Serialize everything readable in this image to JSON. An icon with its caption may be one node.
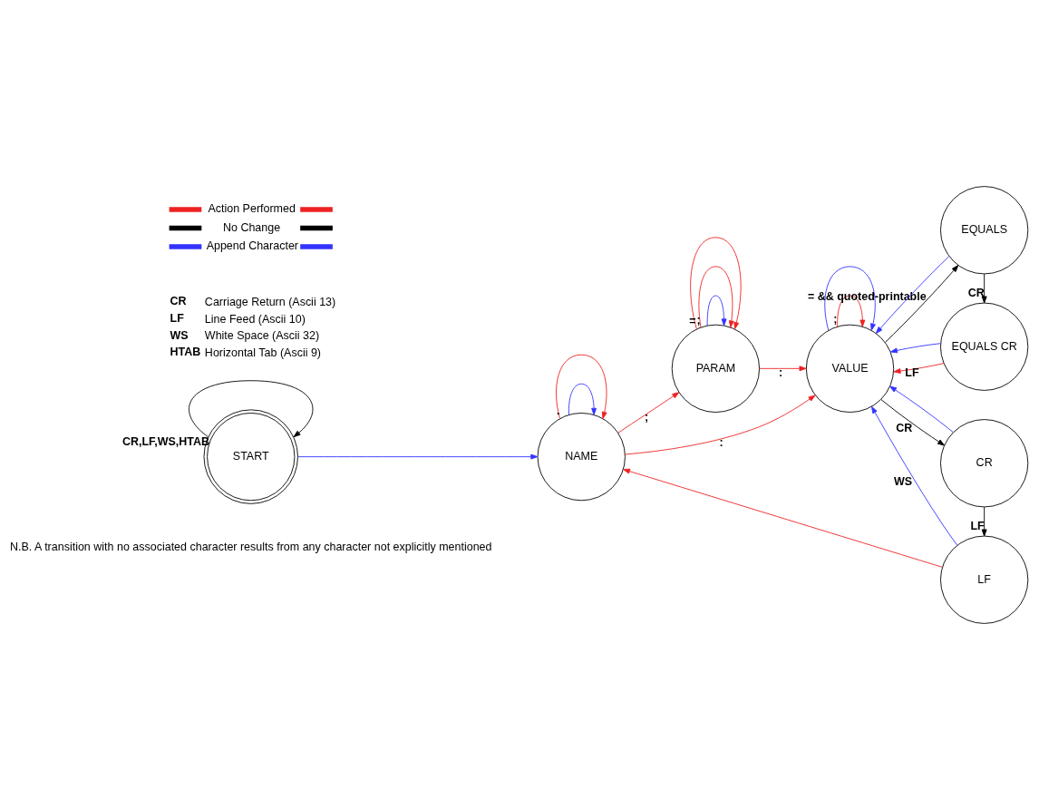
{
  "diagram": {
    "nodes": [
      {
        "text": [
          "START"
        ]
      },
      {
        "text": [
          "NAME"
        ]
      },
      {
        "text": [
          "PARAM"
        ]
      },
      {
        "text": [
          "VALUE"
        ]
      },
      {
        "text": [
          "EQUALS CR"
        ]
      },
      {
        "text": [
          "EQUALS"
        ]
      },
      {
        "text": [
          "LF"
        ]
      },
      {
        "text": [
          "CR"
        ]
      }
    ],
    "edges": [
      {
        "from": 0,
        "to": 0,
        "arrow": "to",
        "label": "CR,LF,WS,HTAB",
        "color": "#000000"
      },
      {
        "from": 0,
        "to": 1,
        "arrow": "to",
        "color": "#3333ff"
      },
      {
        "from": 1,
        "to": 1,
        "arrow": "to",
        "color": "#3333ff"
      },
      {
        "from": 1,
        "to": 1,
        "arrow": "to",
        "label": ".",
        "color": "#ee2222"
      },
      {
        "from": 1,
        "to": 2,
        "arrow": "to",
        "label": ";",
        "color": "#ee2222"
      },
      {
        "from": 2,
        "to": 2,
        "arrow": "to",
        "color": "#3333ff"
      },
      {
        "from": 2,
        "to": 2,
        "arrow": "to",
        "label": ";",
        "color": "#ee2222"
      },
      {
        "from": 2,
        "to": 2,
        "arrow": "to",
        "label": "=",
        "color": "#ee2222"
      },
      {
        "from": 2,
        "to": 3,
        "arrow": "to",
        "label": ":",
        "color": "#ee2222"
      },
      {
        "from": 1,
        "to": 3,
        "arrow": "to",
        "label": ":",
        "color": "#ee2222"
      },
      {
        "from": 3,
        "to": 3,
        "arrow": "to",
        "label": ";",
        "color": "#ee2222"
      },
      {
        "from": 3,
        "to": 3,
        "arrow": "to",
        "color": "#3333ff"
      },
      {
        "from": 3,
        "to": 5,
        "arrow": "to",
        "label": "= && quoted-printable",
        "color": "#000000"
      },
      {
        "from": 5,
        "to": 4,
        "arrow": "to",
        "label": "CR",
        "color": "#000000"
      },
      {
        "from": 4,
        "to": 3,
        "arrow": "to",
        "label": "LF",
        "color": "#ee2222"
      },
      {
        "from": 4,
        "to": 3,
        "arrow": "to",
        "color": "#3333ff"
      },
      {
        "from": 5,
        "to": 3,
        "arrow": "to",
        "color": "#3333ff"
      },
      {
        "from": 3,
        "to": 7,
        "arrow": "to",
        "label": "CR",
        "color": "#000000"
      },
      {
        "from": 7,
        "to": 3,
        "arrow": "to",
        "color": "#3333ff"
      },
      {
        "from": 7,
        "to": 6,
        "arrow": "to",
        "label": "LF",
        "color": "#000000"
      },
      {
        "from": 6,
        "to": 1,
        "arrow": "to",
        "color": "#ee2222"
      },
      {
        "from": 6,
        "to": 3,
        "arrow": "to",
        "label": "WS",
        "color": "#3333ff"
      }
    ],
    "labels": [
      "CR",
      "Carriage Return (Ascii 13)",
      "LF",
      "Line Feed (Ascii 10)",
      "WS",
      "White Space (Ascii 32)",
      "HTAB",
      "Horizontal Tab (Ascii 9)",
      "N.B. A transition with no associated character results from any character not explicitly mentioned"
    ],
    "legend": [
      {
        "text": "Action Performed",
        "color": "#ee2222"
      },
      {
        "text": "No Change",
        "color": "#000000"
      },
      {
        "text": "Append Character",
        "color": "#3333ff"
      }
    ]
  }
}
